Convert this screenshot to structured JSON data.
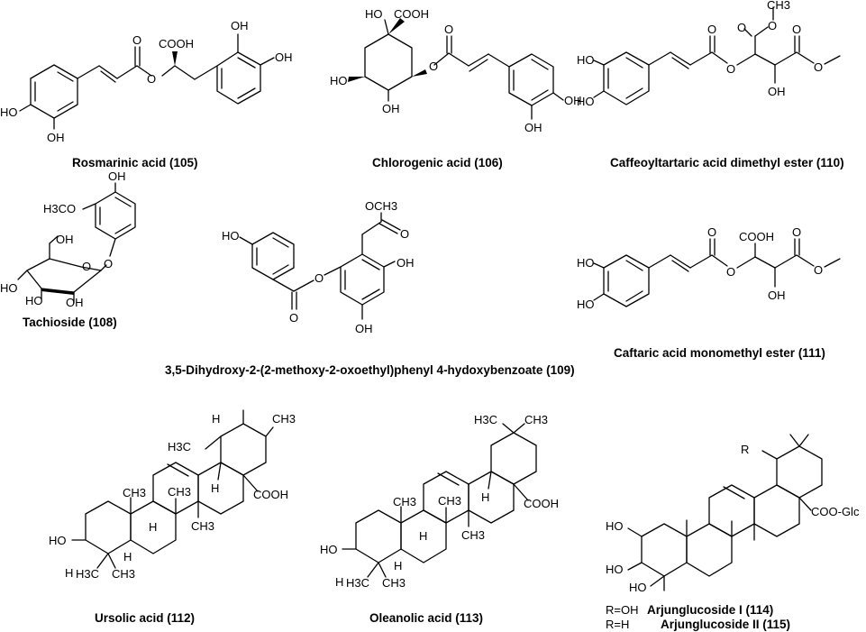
{
  "compounds": [
    {
      "caption": "Rosmarinic acid (105)"
    },
    {
      "caption": "Chlorogenic acid (106)"
    },
    {
      "caption": "Caffeoyltartaric acid dimethyl ester (110)"
    },
    {
      "caption": "Tachioside (108)"
    },
    {
      "caption": "3,5-Dihydroxy-2-(2-methoxy-2-oxoethyl)phenyl 4-hydoxybenzoate (109)"
    },
    {
      "caption": "Caftaric acid monomethyl ester (111)"
    },
    {
      "caption": "Ursolic acid (112)"
    },
    {
      "caption": "Oleanolic acid (113)"
    }
  ],
  "arjunglucoside": {
    "r_oh": "R=OH",
    "r_h": "R=H",
    "name_1": "Arjunglucoside I (114)",
    "name_2": "Arjunglucoside II (115)"
  },
  "atoms": {
    "OH": "OH",
    "HO": "HO",
    "O": "O",
    "H": "H",
    "COOH": "COOH",
    "CH3": "CH3",
    "H3C": "H3C",
    "H3CO": "H3CO",
    "OCH3": "OCH3",
    "COO_Glc": "COO-Glc",
    "R": "R"
  }
}
